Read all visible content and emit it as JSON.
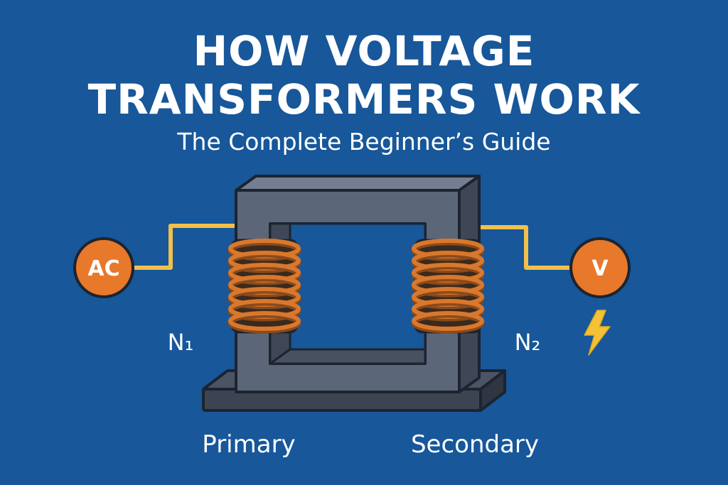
{
  "header": {
    "title_line1": "HOW VOLTAGE",
    "title_line2": "TRANSFORMERS WORK",
    "subtitle": "The Complete Beginner’s Guide"
  },
  "diagram": {
    "source_badge": "AC",
    "meter_badge": "V",
    "primary_turns_label": "N₁",
    "secondary_turns_label": "N₂",
    "primary_label": "Primary",
    "secondary_label": "Secondary",
    "spark_icon": "lightning-bolt-icon"
  },
  "colors": {
    "background": "#17579a",
    "core_front": "#5b6778",
    "core_top": "#737f90",
    "core_side": "#3f4756",
    "coil": "#d9782d",
    "coil_shadow": "#8a4a1b",
    "wire": "#f2c04a",
    "badge": "#e8782a",
    "bolt": "#f4c236",
    "outline": "#1c2430"
  }
}
